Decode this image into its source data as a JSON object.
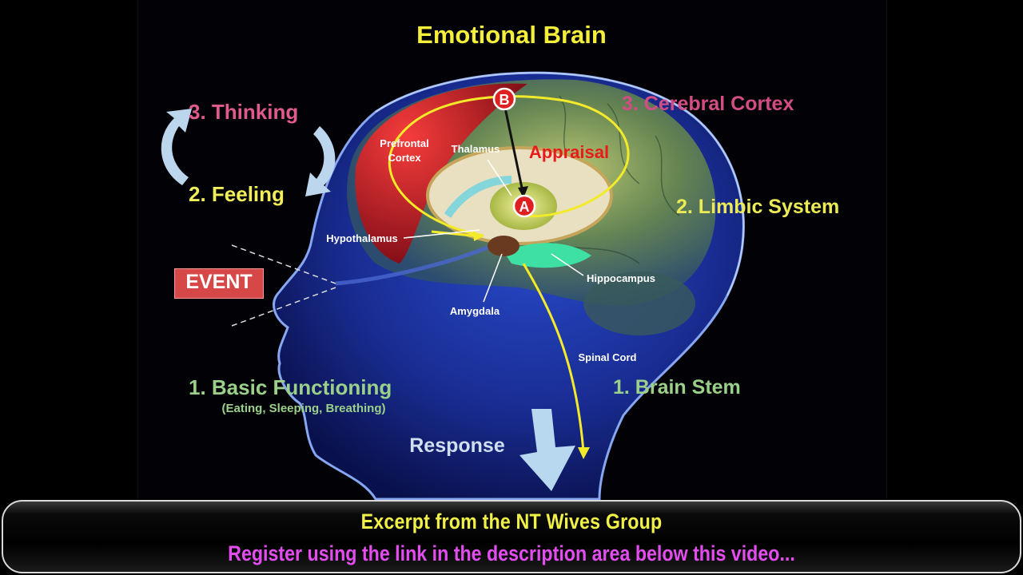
{
  "title": "Emotional Brain",
  "left_labels": {
    "thinking": "3. Thinking",
    "feeling": "2. Feeling",
    "event": "EVENT",
    "basic_functioning": "1. Basic Functioning",
    "basic_functioning_sub": "(Eating, Sleeping, Breathing)",
    "response": "Response"
  },
  "right_labels": {
    "cerebral_cortex": "3. Cerebral Cortex",
    "limbic_system": "2. Limbic System",
    "brain_stem": "1. Brain Stem"
  },
  "brain_labels": {
    "prefrontal_line1": "Prefrontal",
    "prefrontal_line2": "Cortex",
    "thalamus": "Thalamus",
    "appraisal": "Appraisal",
    "hypothalamus": "Hypothalamus",
    "hippocampus": "Hippocampus",
    "amygdala": "Amygdala",
    "spinal_cord": "Spinal Cord",
    "marker_a": "A",
    "marker_b": "B"
  },
  "caption": {
    "line1": "Excerpt from the NT Wives Group",
    "line2": "Register using the link in the description area below this video..."
  },
  "colors": {
    "title": "#f4ef3a",
    "thinking": "#e05a8e",
    "feeling": "#f1ee5a",
    "basic": "#9bd08a",
    "caption_line1": "#f1f046",
    "caption_line2": "#e34df0",
    "event_bg": "#d64848"
  }
}
